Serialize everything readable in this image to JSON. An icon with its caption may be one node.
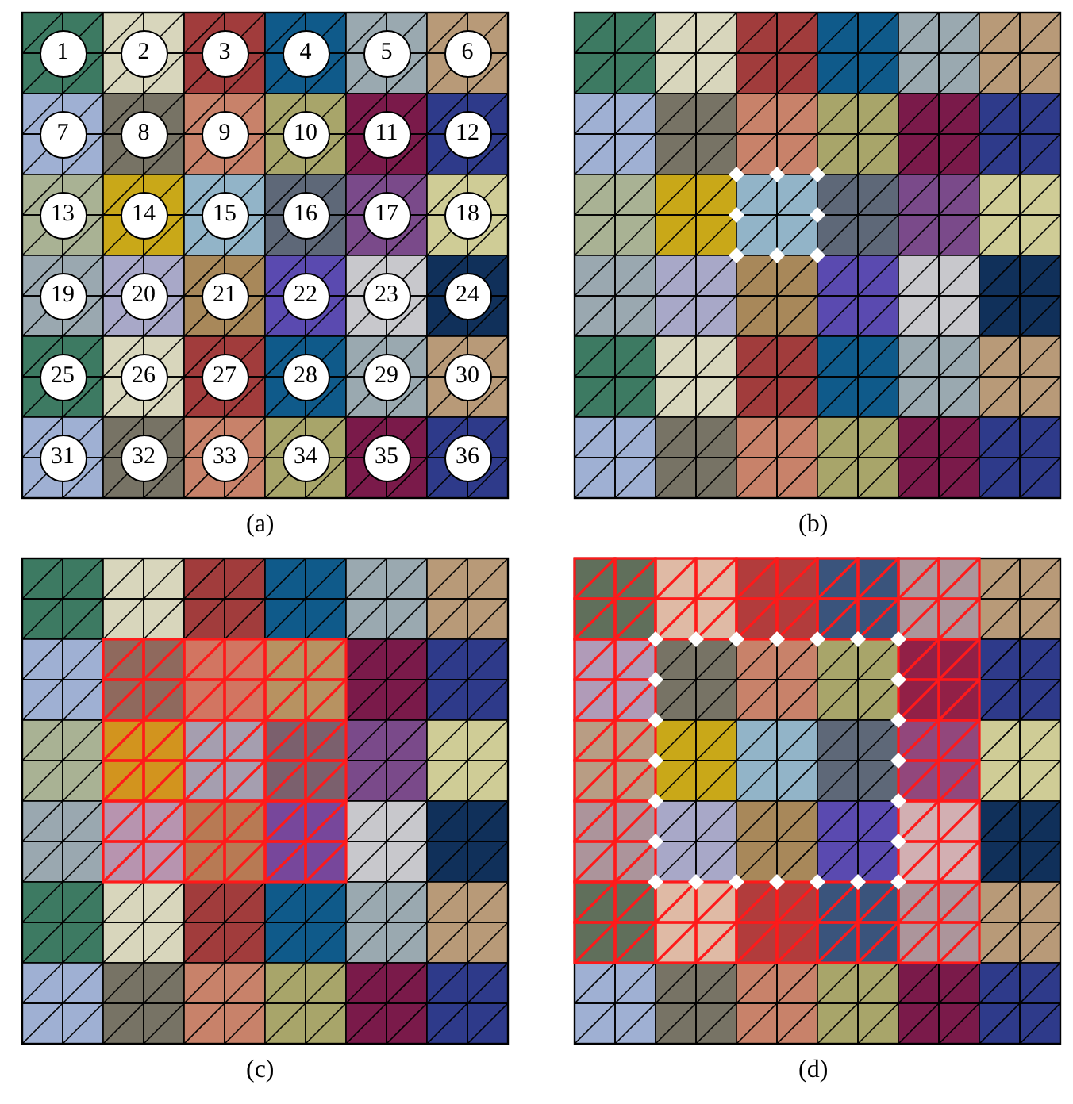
{
  "diagram": {
    "nodes": [
      {
        "text": [
          "1"
        ]
      },
      {
        "text": [
          "2"
        ]
      },
      {
        "text": [
          "3"
        ]
      },
      {
        "text": [
          "4"
        ]
      },
      {
        "text": [
          "5"
        ]
      },
      {
        "text": [
          "6"
        ]
      },
      {
        "text": [
          "7"
        ]
      },
      {
        "text": [
          "8"
        ]
      },
      {
        "text": [
          "9"
        ]
      },
      {
        "text": [
          "10"
        ]
      },
      {
        "text": [
          "11"
        ]
      },
      {
        "text": [
          "12"
        ]
      },
      {
        "text": [
          "13"
        ]
      },
      {
        "text": [
          "14"
        ]
      },
      {
        "text": [
          "15"
        ]
      },
      {
        "text": [
          "16"
        ]
      },
      {
        "text": [
          "17"
        ]
      },
      {
        "text": [
          "18"
        ]
      },
      {
        "text": [
          "19"
        ]
      },
      {
        "text": [
          "20"
        ]
      },
      {
        "text": [
          "21"
        ]
      },
      {
        "text": [
          "22"
        ]
      },
      {
        "text": [
          "23"
        ]
      },
      {
        "text": [
          "24"
        ]
      },
      {
        "text": [
          "25"
        ]
      },
      {
        "text": [
          "26"
        ]
      },
      {
        "text": [
          "27"
        ]
      },
      {
        "text": [
          "28"
        ]
      },
      {
        "text": [
          "29"
        ]
      },
      {
        "text": [
          "30"
        ]
      },
      {
        "text": [
          "31"
        ]
      },
      {
        "text": [
          "32"
        ]
      },
      {
        "text": [
          "33"
        ]
      },
      {
        "text": [
          "34"
        ]
      },
      {
        "text": [
          "35"
        ]
      },
      {
        "text": [
          "36"
        ]
      }
    ],
    "labels": [
      "(a)",
      "(b)",
      "(c)",
      "(d)"
    ]
  }
}
